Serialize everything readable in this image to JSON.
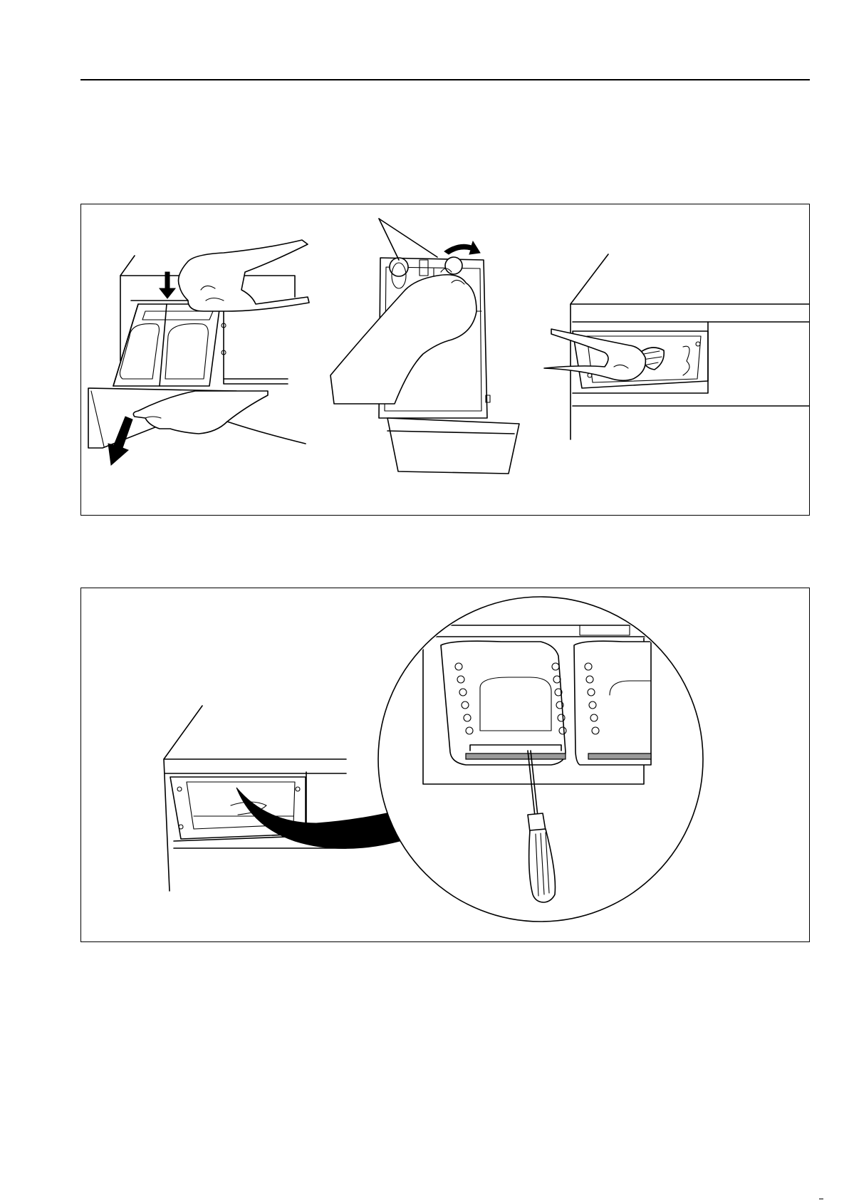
{
  "page": {
    "figures": [
      {
        "id": "dispenser-cleaning-steps",
        "panels": 3
      },
      {
        "id": "dispenser-housing-filter",
        "panels": 1
      }
    ]
  },
  "icons": [
    "down-arrow-icon",
    "pull-arrow-icon",
    "rotate-arrow-icon",
    "hand-icon",
    "brush-icon",
    "screwdriver-icon",
    "magnifier-callout-icon"
  ]
}
